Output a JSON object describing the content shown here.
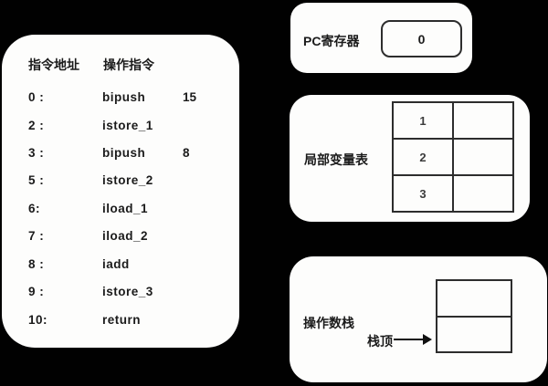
{
  "colors": {
    "background": "#010101",
    "panel": "#fdfdfc",
    "text": "#1b1b1b",
    "border": "#2d2d2d"
  },
  "instruction_panel": {
    "headers": {
      "address": "指令地址",
      "operation": "操作指令"
    },
    "rows": [
      {
        "address": "0 :",
        "op": "bipush",
        "operand": "15"
      },
      {
        "address": "2 :",
        "op": "istore_1",
        "operand": ""
      },
      {
        "address": "3 :",
        "op": "bipush",
        "operand": "8"
      },
      {
        "address": "5 :",
        "op": "istore_2",
        "operand": ""
      },
      {
        "address": "6:",
        "op": "iload_1",
        "operand": ""
      },
      {
        "address": "7 :",
        "op": "iload_2",
        "operand": ""
      },
      {
        "address": "8 :",
        "op": "iadd",
        "operand": ""
      },
      {
        "address": "9 :",
        "op": "istore_3",
        "operand": ""
      },
      {
        "address": "10:",
        "op": "return",
        "operand": ""
      }
    ]
  },
  "pc_register": {
    "label": "PC寄存器",
    "value": "0"
  },
  "local_variable_table": {
    "label": "局部变量表",
    "rows": [
      {
        "index": "1",
        "value": ""
      },
      {
        "index": "2",
        "value": ""
      },
      {
        "index": "3",
        "value": ""
      }
    ]
  },
  "operand_stack": {
    "label": "操作数栈",
    "top_pointer_label": "栈顶",
    "cells": [
      "",
      ""
    ]
  }
}
